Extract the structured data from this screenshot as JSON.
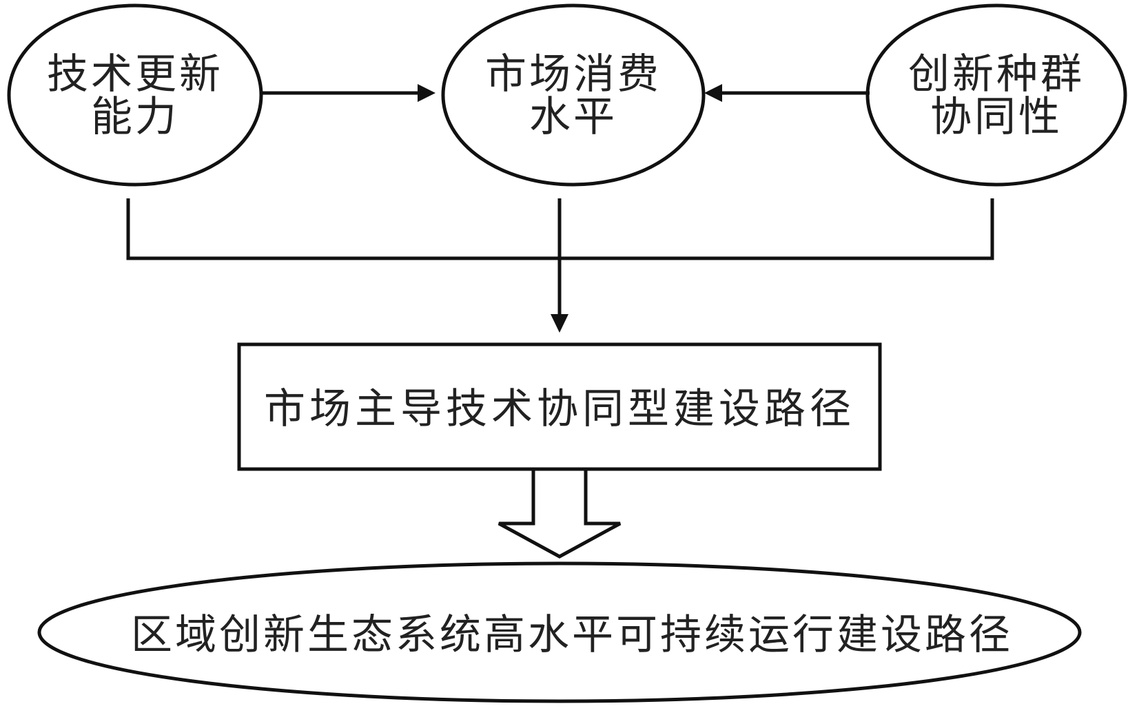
{
  "nodes": {
    "tech": {
      "line1": "技术更新",
      "line2": "能力"
    },
    "market": {
      "line1": "市场消费",
      "line2": "水平"
    },
    "innovation": {
      "line1": "创新种群",
      "line2": "协同性"
    }
  },
  "path_box": {
    "label": "市场主导技术协同型建设路径"
  },
  "outcome": {
    "label": "区域创新生态系统高水平可持续运行建设路径"
  }
}
